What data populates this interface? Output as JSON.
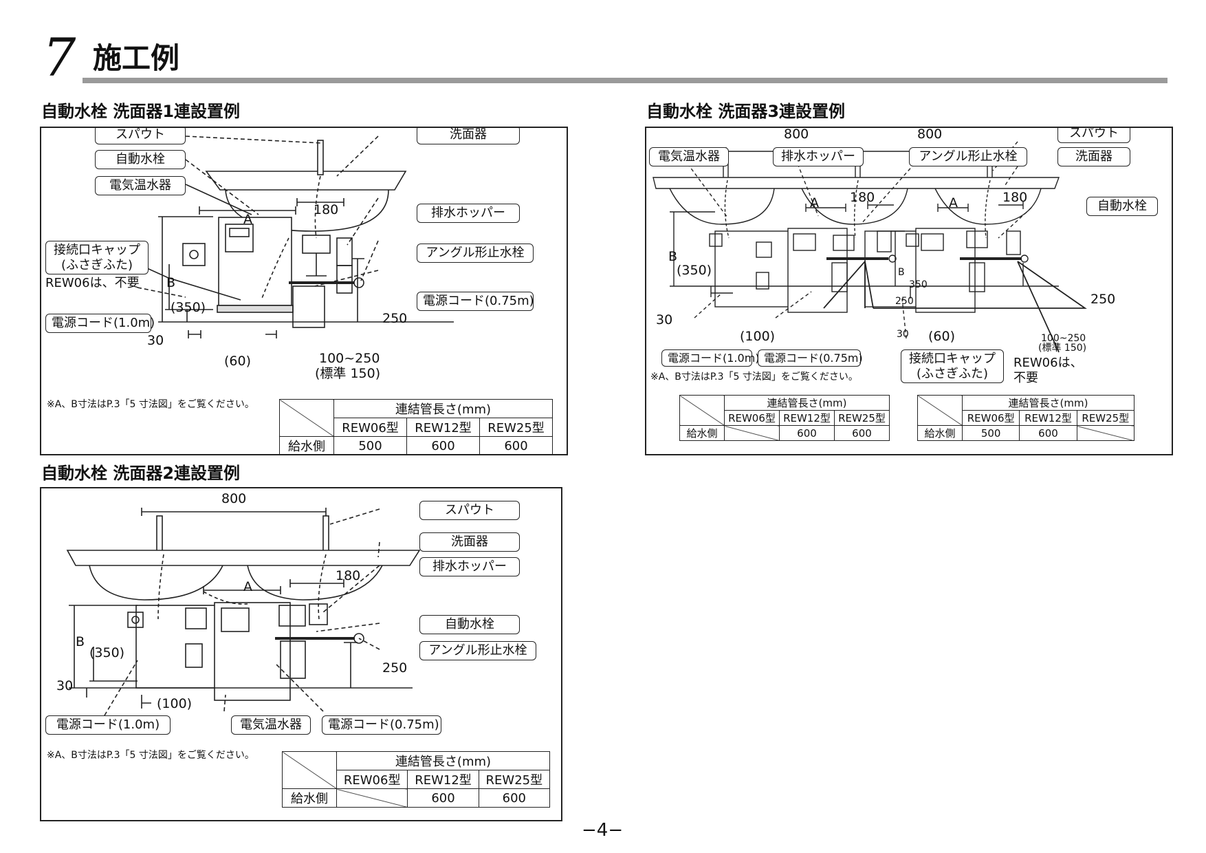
{
  "chapter": {
    "number": "7",
    "title": "施工例"
  },
  "sec1": {
    "title": "自動水栓 洗面器1連設置例",
    "labels": {
      "spout": "スパウト",
      "faucet": "自動水栓",
      "heater": "電気温水器",
      "basin": "洗面器",
      "hopper": "排水ホッパー",
      "cap_line1": "接続口キャップ",
      "cap_line2": "(ふさぎふた)",
      "rew06": "REW06は、不要",
      "angle_valve": "アングル形止水栓",
      "cord_075": "電源コード(0.75m)",
      "cord_10": "電源コード(1.0m)"
    },
    "dims": {
      "a": "A",
      "d180": "180",
      "b": "B",
      "d350": "(350)",
      "d250": "250",
      "d30": "30",
      "d60": "(60)",
      "range_line1": "100~250",
      "range_line2": "(標準 150)"
    },
    "note": "※A、B寸法はP.3「5 寸法図」をご覧ください。",
    "table": {
      "header": "連結管長さ(mm)",
      "models": [
        "REW06型",
        "REW12型",
        "REW25型"
      ],
      "row_label": "給水側",
      "values": [
        "500",
        "600",
        "600"
      ]
    }
  },
  "sec2": {
    "title": "自動水栓 洗面器2連設置例",
    "labels": {
      "spout": "スパウト",
      "basin": "洗面器",
      "hopper": "排水ホッパー",
      "faucet": "自動水栓",
      "angle_valve": "アングル形止水栓",
      "cord_10": "電源コード(1.0m)",
      "heater": "電気温水器",
      "cord_075": "電源コード(0.75m)"
    },
    "dims": {
      "d800": "800",
      "a": "A",
      "d180": "180",
      "b": "B",
      "d350": "(350)",
      "d250": "250",
      "d30": "30",
      "d100": "(100)"
    },
    "note": "※A、B寸法はP.3「5 寸法図」をご覧ください。",
    "table": {
      "header": "連結管長さ(mm)",
      "models": [
        "REW06型",
        "REW12型",
        "REW25型"
      ],
      "row_label": "給水側",
      "values": [
        "",
        "600",
        "600"
      ]
    }
  },
  "sec3": {
    "title": "自動水栓 洗面器3連設置例",
    "labels": {
      "heater": "電気温水器",
      "hopper": "排水ホッパー",
      "angle_valve": "アングル形止水栓",
      "spout": "スパウト",
      "basin": "洗面器",
      "faucet": "自動水栓",
      "cord_10": "電源コード(1.0m)",
      "cord_075": "電源コード(0.75m)",
      "cap_line1": "接続口キャップ",
      "cap_line2": "(ふさぎふた)",
      "rew06_line1": "REW06は、",
      "rew06_line2": "不要"
    },
    "dims": {
      "d800a": "800",
      "d800b": "800",
      "a1": "A",
      "a2": "A",
      "d180a": "180",
      "d180b": "180",
      "b1": "B",
      "d350": "(350)",
      "d30": "30",
      "d100": "(100)",
      "b2": "B",
      "d350s": "350",
      "d250s": "250",
      "d30s": "30",
      "d60": "(60)",
      "d250": "250",
      "range_line1": "100~250",
      "range_line2": "(標準 150)"
    },
    "note": "※A、B寸法はP.3「5 寸法図」をご覧ください。",
    "table_left": {
      "header": "連結管長さ(mm)",
      "models": [
        "REW06型",
        "REW12型",
        "REW25型"
      ],
      "row_label": "給水側",
      "values": [
        "",
        "600",
        "600"
      ]
    },
    "table_right": {
      "header": "連結管長さ(mm)",
      "models": [
        "REW06型",
        "REW12型",
        "REW25型"
      ],
      "row_label": "給水側",
      "values": [
        "500",
        "600",
        ""
      ]
    }
  },
  "page": {
    "number": "−4−"
  }
}
